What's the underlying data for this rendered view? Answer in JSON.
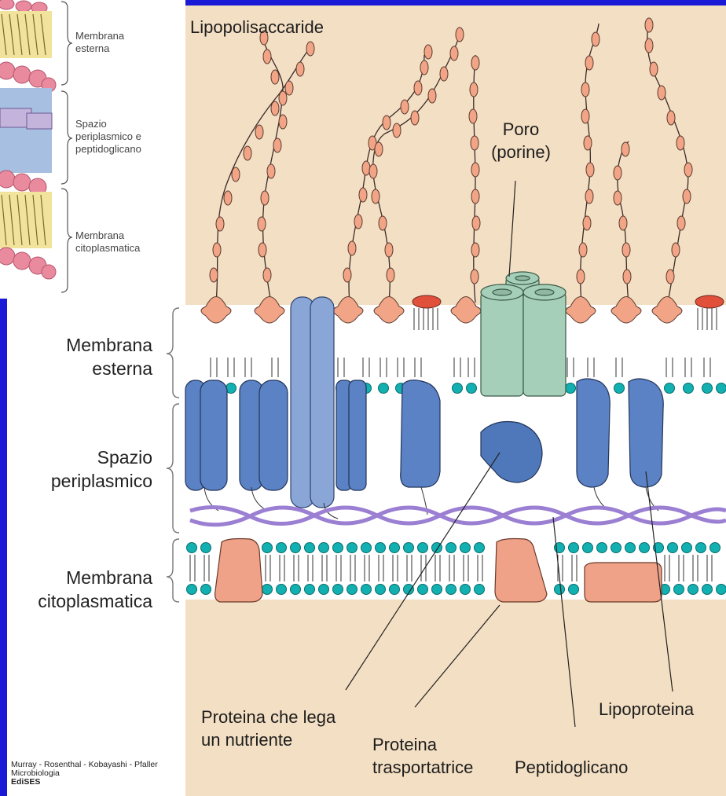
{
  "inset": {
    "labels": [
      "Membrana esterna",
      "Spazio periplasmico e peptidoglicano",
      "Membrana citoplasmatica"
    ],
    "label1_lines": [
      "Membrana",
      "esterna"
    ],
    "label2_lines": [
      "Spazio",
      "periplasmico e",
      "peptidoglicano"
    ],
    "label3_lines": [
      "Membrana",
      "citoplasmatica"
    ]
  },
  "left_labels": {
    "outer_membrane": [
      "Membrana",
      "esterna"
    ],
    "periplasm": [
      "Spazio",
      "periplasmico"
    ],
    "cytoplasmic_membrane": [
      "Membrana",
      "citoplasmatica"
    ]
  },
  "diagram_labels": {
    "lps": "Lipopolisaccaride",
    "pore": [
      "Poro",
      "(porine)"
    ],
    "nutrient_protein": [
      "Proteina che lega",
      "un nutriente"
    ],
    "transport_protein": [
      "Proteina",
      "trasportatrice"
    ],
    "peptidoglycan": "Peptidoglicano",
    "lipoprotein": "Lipoproteina"
  },
  "credit": {
    "authors": "Murray - Rosenthal - Kobayashi - Pfaller",
    "book": "Microbiologia",
    "publisher": "EdiSES"
  },
  "colors": {
    "background_blue": "#1a1ad6",
    "diagram_bg": "#f3dfc3",
    "lps_salmon": "#f2a586",
    "membrane_teal": "#13b3b3",
    "protein_blue": "#5a82c4",
    "porin_green": "#a6cfb9",
    "peptidoglycan_purple": "#9b7fd2",
    "transporter_salmon": "#f0a288"
  }
}
